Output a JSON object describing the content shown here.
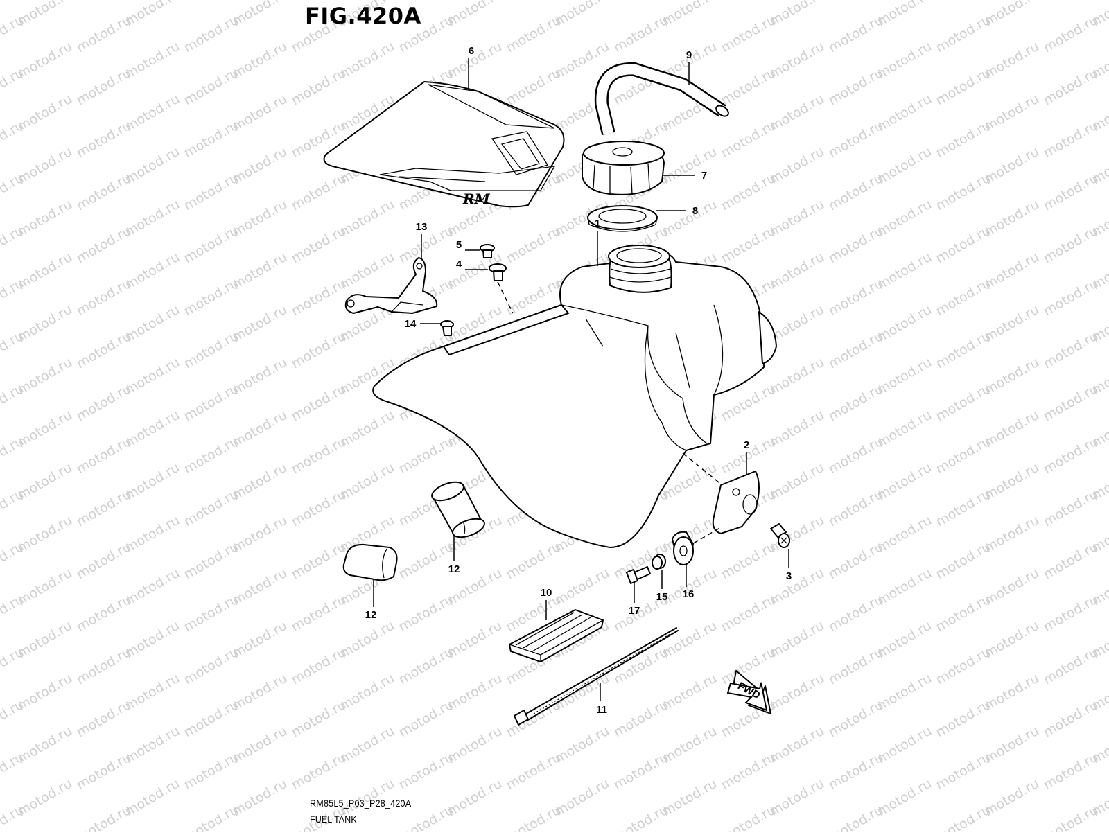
{
  "figure": {
    "title": "FIG.420A",
    "code": "RM85L5_P03_P28_420A",
    "name": "FUEL TANK",
    "watermark": "motod.ru"
  },
  "callouts": [
    "1",
    "2",
    "3",
    "4",
    "5",
    "6",
    "7",
    "8",
    "9",
    "10",
    "11",
    "12",
    "12",
    "13",
    "14",
    "15",
    "16",
    "17"
  ],
  "fwd_label": "FWD",
  "decal_logo": "RM"
}
